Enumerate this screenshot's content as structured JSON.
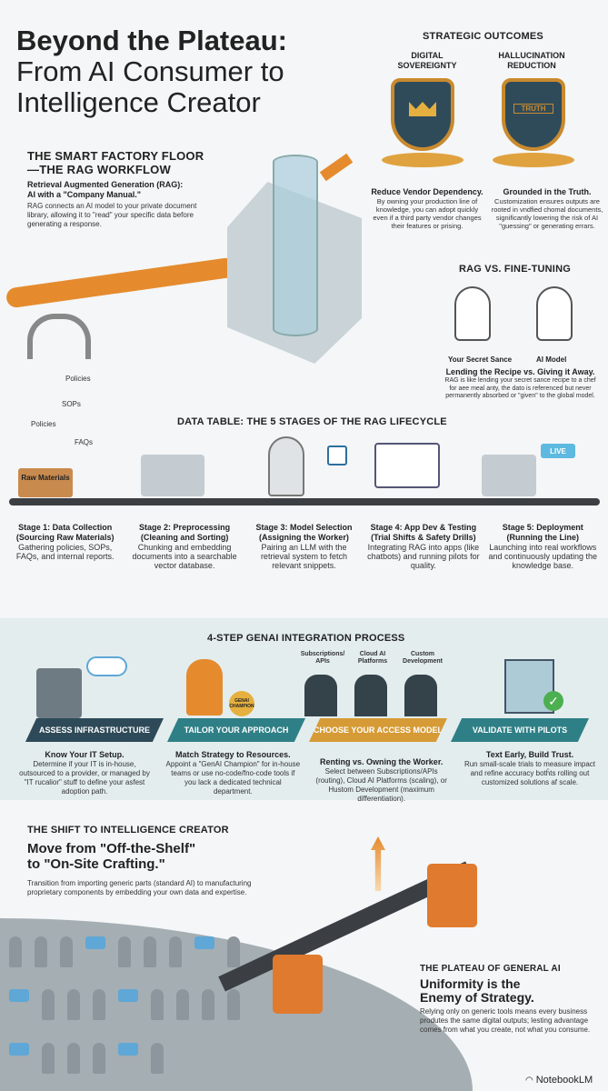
{
  "header": {
    "title_line1": "Beyond the Plateau:",
    "title_line2": "From AI Consumer to",
    "title_line3": "Intelligence Creator"
  },
  "outcomes": {
    "heading": "STRATEGIC OUTCOMES",
    "items": [
      {
        "label": "DIGITAL SOVEREIGNTY",
        "title": "Reduce Vendor Dependency.",
        "text": "By owning your production line of knowledge, you can adopt quickly even if a third party vendor changes their features or prising."
      },
      {
        "label": "HALLUCINATION REDUCTION",
        "badge": "TRUTH",
        "title": "Grounded in the Truth.",
        "text": "Customization ensures outputs are rooted in vndfied chomal documents, significantly lowering the risk of AI \"guessing\" or generating errars."
      }
    ]
  },
  "rag": {
    "heading_line1": "THE SMART FACTORY FLOOR",
    "heading_line2": "—THE RAG WORKFLOW",
    "subtitle_line1": "Retrieval Augmented Generation (RAG):",
    "subtitle_line2": "AI with a \"Company Manual.\"",
    "text": "RAG connects an AI model to your private document library, allowing it to \"read\" your specific data before generating a response.",
    "doc_labels": [
      "Policies",
      "SOPs",
      "Policies",
      "FAQs",
      "Raw Materials"
    ]
  },
  "rag_vs_ft": {
    "heading": "RAG VS. FINE-TUNING",
    "left_label": "Your Secret Sance",
    "right_label": "AI Model",
    "title": "Lending the Recipe vs. Giving it Away.",
    "text": "RAG is like lending your secret sance recipe to a chef for aee meal anty, the dato is referenced but never permanently absorbed or \"given\" to the global model."
  },
  "table": {
    "heading": "DATA TABLE: THE 5 STAGES OF THE RAG LIFECYCLE",
    "live_badge": "LIVE",
    "stages": [
      {
        "title": "Stage 1: Data Collection",
        "sub": "(Sourcing Raw Materials)",
        "text": "Gathering policies, SOPs, FAQs, and internal reports."
      },
      {
        "title": "Stage 2: Preprocessing",
        "sub": "(Cleaning and Sorting)",
        "text": "Chunking and embedding documents into a searchable vector database."
      },
      {
        "title": "Stage 3: Model Selection",
        "sub": "(Assigning the Worker)",
        "text": "Pairing an LLM with the retrieval system to fetch relevant snippets."
      },
      {
        "title": "Stage 4: App Dev & Testing",
        "sub": "(Trial Shifts & Safety Drills)",
        "text": "Integrating RAG into apps (like chatbots) and running pilots for quality."
      },
      {
        "title": "Stage 5: Deployment",
        "sub": "(Running the Line)",
        "text": "Launching into real workflows and continuously updating the knowledge base."
      }
    ]
  },
  "integration": {
    "heading": "4-STEP GENAI INTEGRATION PROCESS",
    "champion_badge": "GENAI CHAMPION",
    "access_labels": [
      "Subscriptions/ APIs",
      "Cloud AI Platforms",
      "Custom Development"
    ],
    "steps": [
      {
        "label": "ASSESS INFRASTRUCTURE",
        "color": "#2e4a58",
        "title": "Know Your IT Setup.",
        "text": "Determine if your IT is in-house, outsourced to a provider, or managed by \"IT rucalior\" stuff to define your asfest adoption path."
      },
      {
        "label": "TAILOR YOUR APPROACH",
        "color": "#2f7f86",
        "title": "Match Strategy to Resources.",
        "text": "Appoint a \"GenAI Champion\" for in-house teams or use no-code/fno-code tools if you lack a dedicated technical department."
      },
      {
        "label": "CHOOSE YOUR ACCESS MODEL",
        "color": "#d69b36",
        "title": "Renting vs. Owning the Worker.",
        "text": "Select between Subscriptions/APIs (routing), Cloud AI Platforms (scaling), or Hustom Development (maximum differentiation)."
      },
      {
        "label": "VALIDATE WITH PILOTS",
        "color": "#2f7f86",
        "title": "Text Early, Build Trust.",
        "text": "Run small-scale trials to measure impact and refine accuracy botĥts rolling out customized solutions af scale."
      }
    ]
  },
  "shift": {
    "heading": "THE SHIFT TO INTELLIGENCE CREATOR",
    "title_line1": "Move from \"Off-the-Shelf\"",
    "title_line2": "to \"On-Site Crafting.\"",
    "text": "Transition from importing generic parts (standard AI) to manufacturing proprietary components by embedding your own data and expertise."
  },
  "plateau": {
    "heading": "THE PLATEAU OF GENERAL AI",
    "title_line1": "Uniformity is the",
    "title_line2": "Enemy of Strategy.",
    "text": "Relying only on generic tools means every business produtes the same digital outputs; lesting advantage comes from what you create, not what you consume."
  },
  "footer": {
    "brand": "NotebookLM"
  }
}
